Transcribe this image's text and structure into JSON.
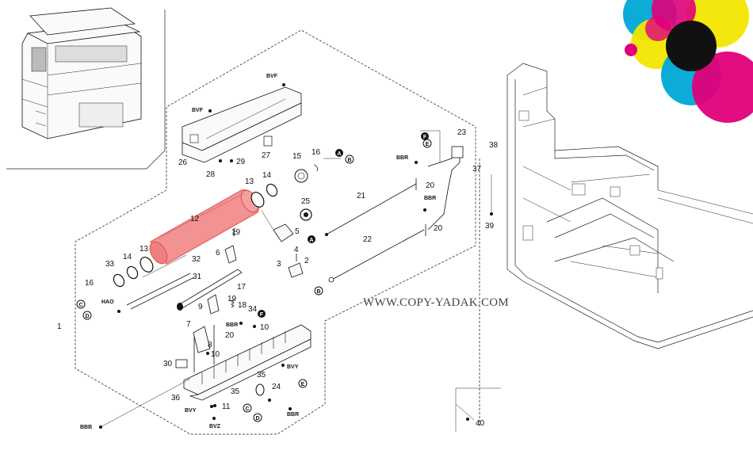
{
  "watermark": "WWW.COPY-YADAK.COM",
  "brand_colors": {
    "cyan": "#00a6d6",
    "magenta": "#e0007a",
    "yellow": "#f2e600",
    "black": "#111111"
  },
  "highlight_color": "#f08080",
  "callouts": {
    "p1": "1",
    "p2": "2",
    "p3": "3",
    "p4": "4",
    "p5": "5",
    "p6": "6",
    "p7": "7",
    "p8": "8",
    "p9": "9",
    "p10a": "10",
    "p10b": "10",
    "p11": "11",
    "p12": "12",
    "p13a": "13",
    "p13b": "13",
    "p14a": "14",
    "p14b": "14",
    "p15": "15",
    "p16a": "16",
    "p16b": "16",
    "p17": "17",
    "p18": "18",
    "p19a": "19",
    "p19b": "19",
    "p20a": "20",
    "p20b": "20",
    "p20c": "20",
    "p21": "21",
    "p22": "22",
    "p23": "23",
    "p24": "24",
    "p25": "25",
    "p26": "26",
    "p27": "27",
    "p28": "28",
    "p29": "29",
    "p30": "30",
    "p31": "31",
    "p32": "32",
    "p33": "33",
    "p34": "34",
    "p35a": "35",
    "p35b": "35",
    "p36": "36",
    "p37": "37",
    "p38": "38",
    "p39": "39",
    "p40": "40"
  },
  "screw_codes": {
    "bvf_top": "BVF",
    "bvf_left": "BVF",
    "bbr_right": "BBR",
    "bbr_mid": "BBR",
    "bbr_center": "BBR",
    "bbr_bottom": "BBR",
    "hao": "HAO",
    "bvy_center": "BVY",
    "bvy_left": "BVY",
    "bvz": "BVZ",
    "bbb": "BBB"
  },
  "connectors": {
    "a1": "A",
    "a2": "A",
    "b1": "B",
    "b2": "B",
    "c1": "C",
    "c2": "C",
    "d1": "D",
    "d2": "D",
    "e1": "E",
    "e2": "E",
    "f1": "F",
    "f2": "F"
  }
}
